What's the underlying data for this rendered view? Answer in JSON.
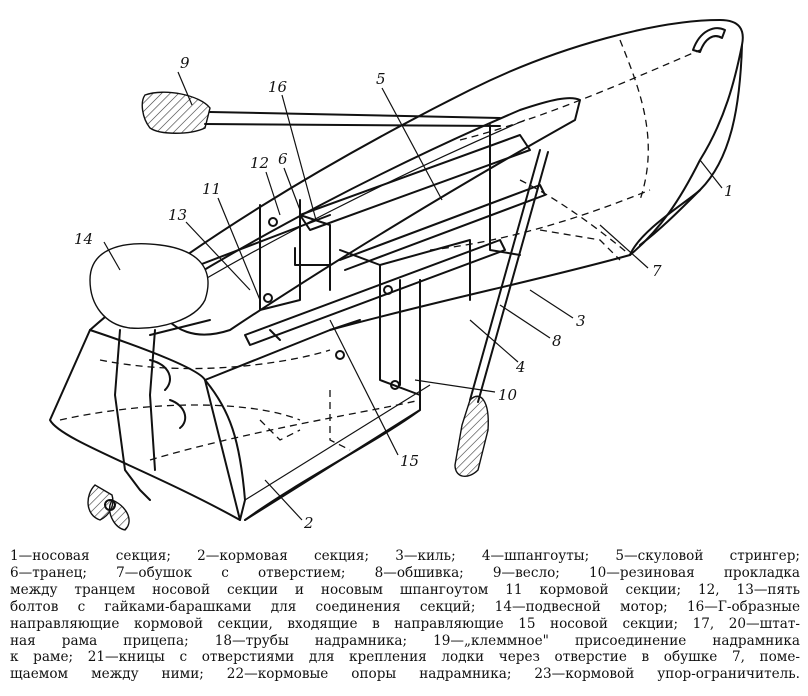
{
  "figure": {
    "labels": [
      {
        "id": "1",
        "text": "1"
      },
      {
        "id": "2",
        "text": "2"
      },
      {
        "id": "3",
        "text": "3"
      },
      {
        "id": "4",
        "text": "4"
      },
      {
        "id": "5",
        "text": "5"
      },
      {
        "id": "6",
        "text": "6"
      },
      {
        "id": "7",
        "text": "7"
      },
      {
        "id": "8",
        "text": "8"
      },
      {
        "id": "9",
        "text": "9"
      },
      {
        "id": "10",
        "text": "10"
      },
      {
        "id": "11",
        "text": "11"
      },
      {
        "id": "12",
        "text": "12"
      },
      {
        "id": "13",
        "text": "13"
      },
      {
        "id": "14",
        "text": "14"
      },
      {
        "id": "15",
        "text": "15"
      },
      {
        "id": "16",
        "text": "16"
      }
    ]
  },
  "caption": {
    "lines": [
      "1—носовая секция; 2—кормовая секция; 3—киль; 4—шпангоуты; 5—скуловой стрингер;",
      "6—транец; 7—обушок с отверстием; 8—обшивка; 9—весло; 10—резиновая прокладка",
      "между транцем носовой секции и носовым шпангоутом 11 кормовой секции; 12, 13—пять",
      "болтов с гайками-барашками для соединения секций; 14—подвесной мотор; 16—Г-образные",
      "направляющие кормовой секции, входящие в направляющие 15 носовой секции; 17, 20—штат-",
      "ная рама прицепа; 18—трубы надрамника; 19—„клеммное\" присоединение надрамника",
      "к раме; 21—кницы с отверстиями для крепления лодки через отверстие в обушке 7, поме-",
      "щаемом между ними; 22—кормовые опоры надрамника; 23—кормовой упор-ограничитель."
    ]
  }
}
